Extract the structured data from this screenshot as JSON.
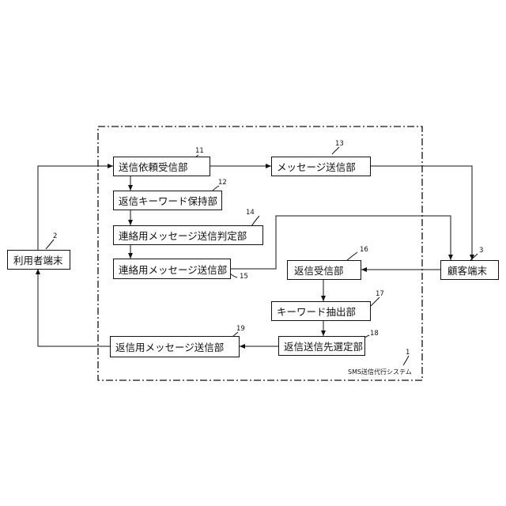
{
  "system": {
    "label": "SMS送信代行システム",
    "ref": "1"
  },
  "blocks": {
    "user_terminal": {
      "label": "利用者端末",
      "ref": "2"
    },
    "customer_terminal": {
      "label": "顧客端末",
      "ref": "3"
    },
    "request_receiver": {
      "label": "送信依頼受信部",
      "ref": "11"
    },
    "keyword_holder": {
      "label": "返信キーワード保持部",
      "ref": "12"
    },
    "message_sender": {
      "label": "メッセージ送信部",
      "ref": "13"
    },
    "contact_judge": {
      "label": "連絡用メッセージ送信判定部",
      "ref": "14"
    },
    "contact_sender": {
      "label": "連絡用メッセージ送信部",
      "ref": "15"
    },
    "reply_receiver": {
      "label": "返信受信部",
      "ref": "16"
    },
    "keyword_extractor": {
      "label": "キーワード抽出部",
      "ref": "17"
    },
    "destination_selector": {
      "label": "返信送信先選定部",
      "ref": "18"
    },
    "reply_sender": {
      "label": "返信用メッセージ送信部",
      "ref": "19"
    }
  }
}
